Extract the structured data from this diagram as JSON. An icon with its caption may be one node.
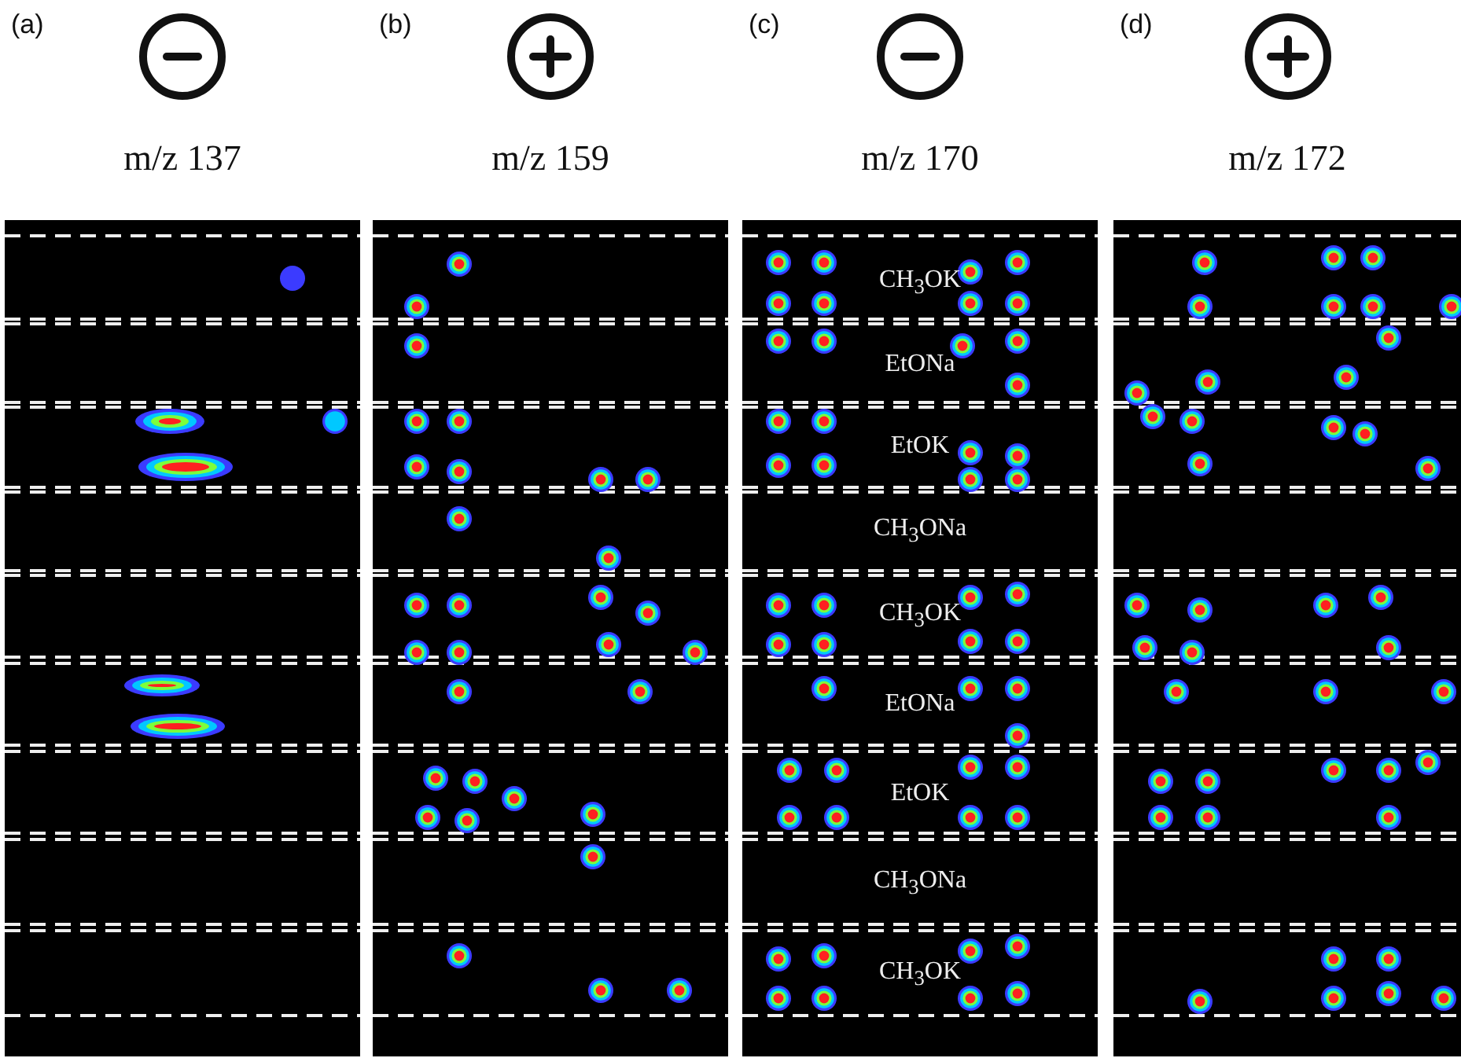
{
  "diagram": {
    "nodes": [
      {
        "text": [
          "(a)",
          "m/z 137"
        ]
      },
      {
        "text": [
          "(b)",
          "m/z 159"
        ]
      },
      {
        "text": [
          "(c)",
          "m/z 170",
          "CH$_{3}$OK",
          "EtONa",
          "EtOK",
          "CH$_{3}$ONa",
          "CH$_{3}$OK",
          "EtONa",
          "EtOK",
          "CH$_{3}$ONa",
          "CH$_{3}$OK"
        ]
      },
      {
        "text": [
          "(d)",
          "m/z 172"
        ]
      }
    ]
  }
}
